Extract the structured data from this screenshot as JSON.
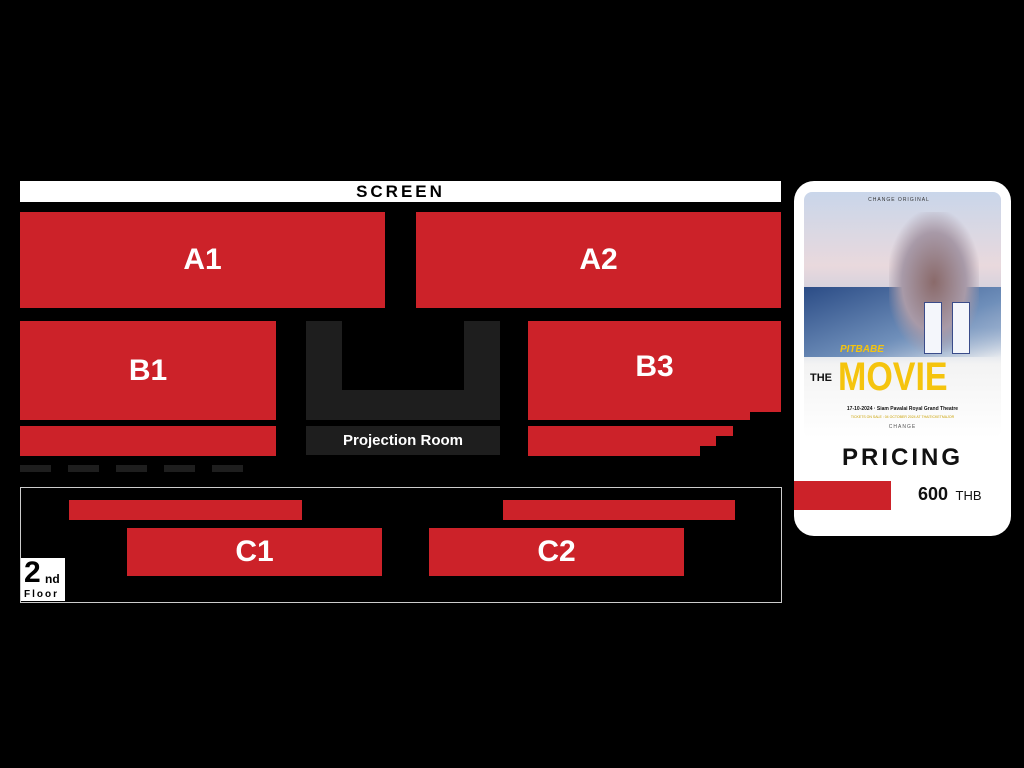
{
  "screen_label": "SCREEN",
  "zones": {
    "a1": "A1",
    "a2": "A2",
    "b1": "B1",
    "b3": "B3",
    "c1": "C1",
    "c2": "C2"
  },
  "projection_room": "Projection Room",
  "floor_badge": {
    "number": "2",
    "suffix": "nd",
    "label": "Floor"
  },
  "poster": {
    "brand": "CHANGE ORIGINAL",
    "subtitle": "PITBABE",
    "the": "THE",
    "title": "MOVIE",
    "date_venue": "17-10-2024 · Siam Pavalai Royal Grand Theatre",
    "tickets": "TICKETS ON SALE : 04 OCTOBER 2024 AT THAITICKETMAJOR",
    "footer_brand": "CHANGE"
  },
  "pricing": {
    "heading": "PRICING",
    "price": "600",
    "currency": "THB",
    "tier_color": "#cc2229"
  }
}
